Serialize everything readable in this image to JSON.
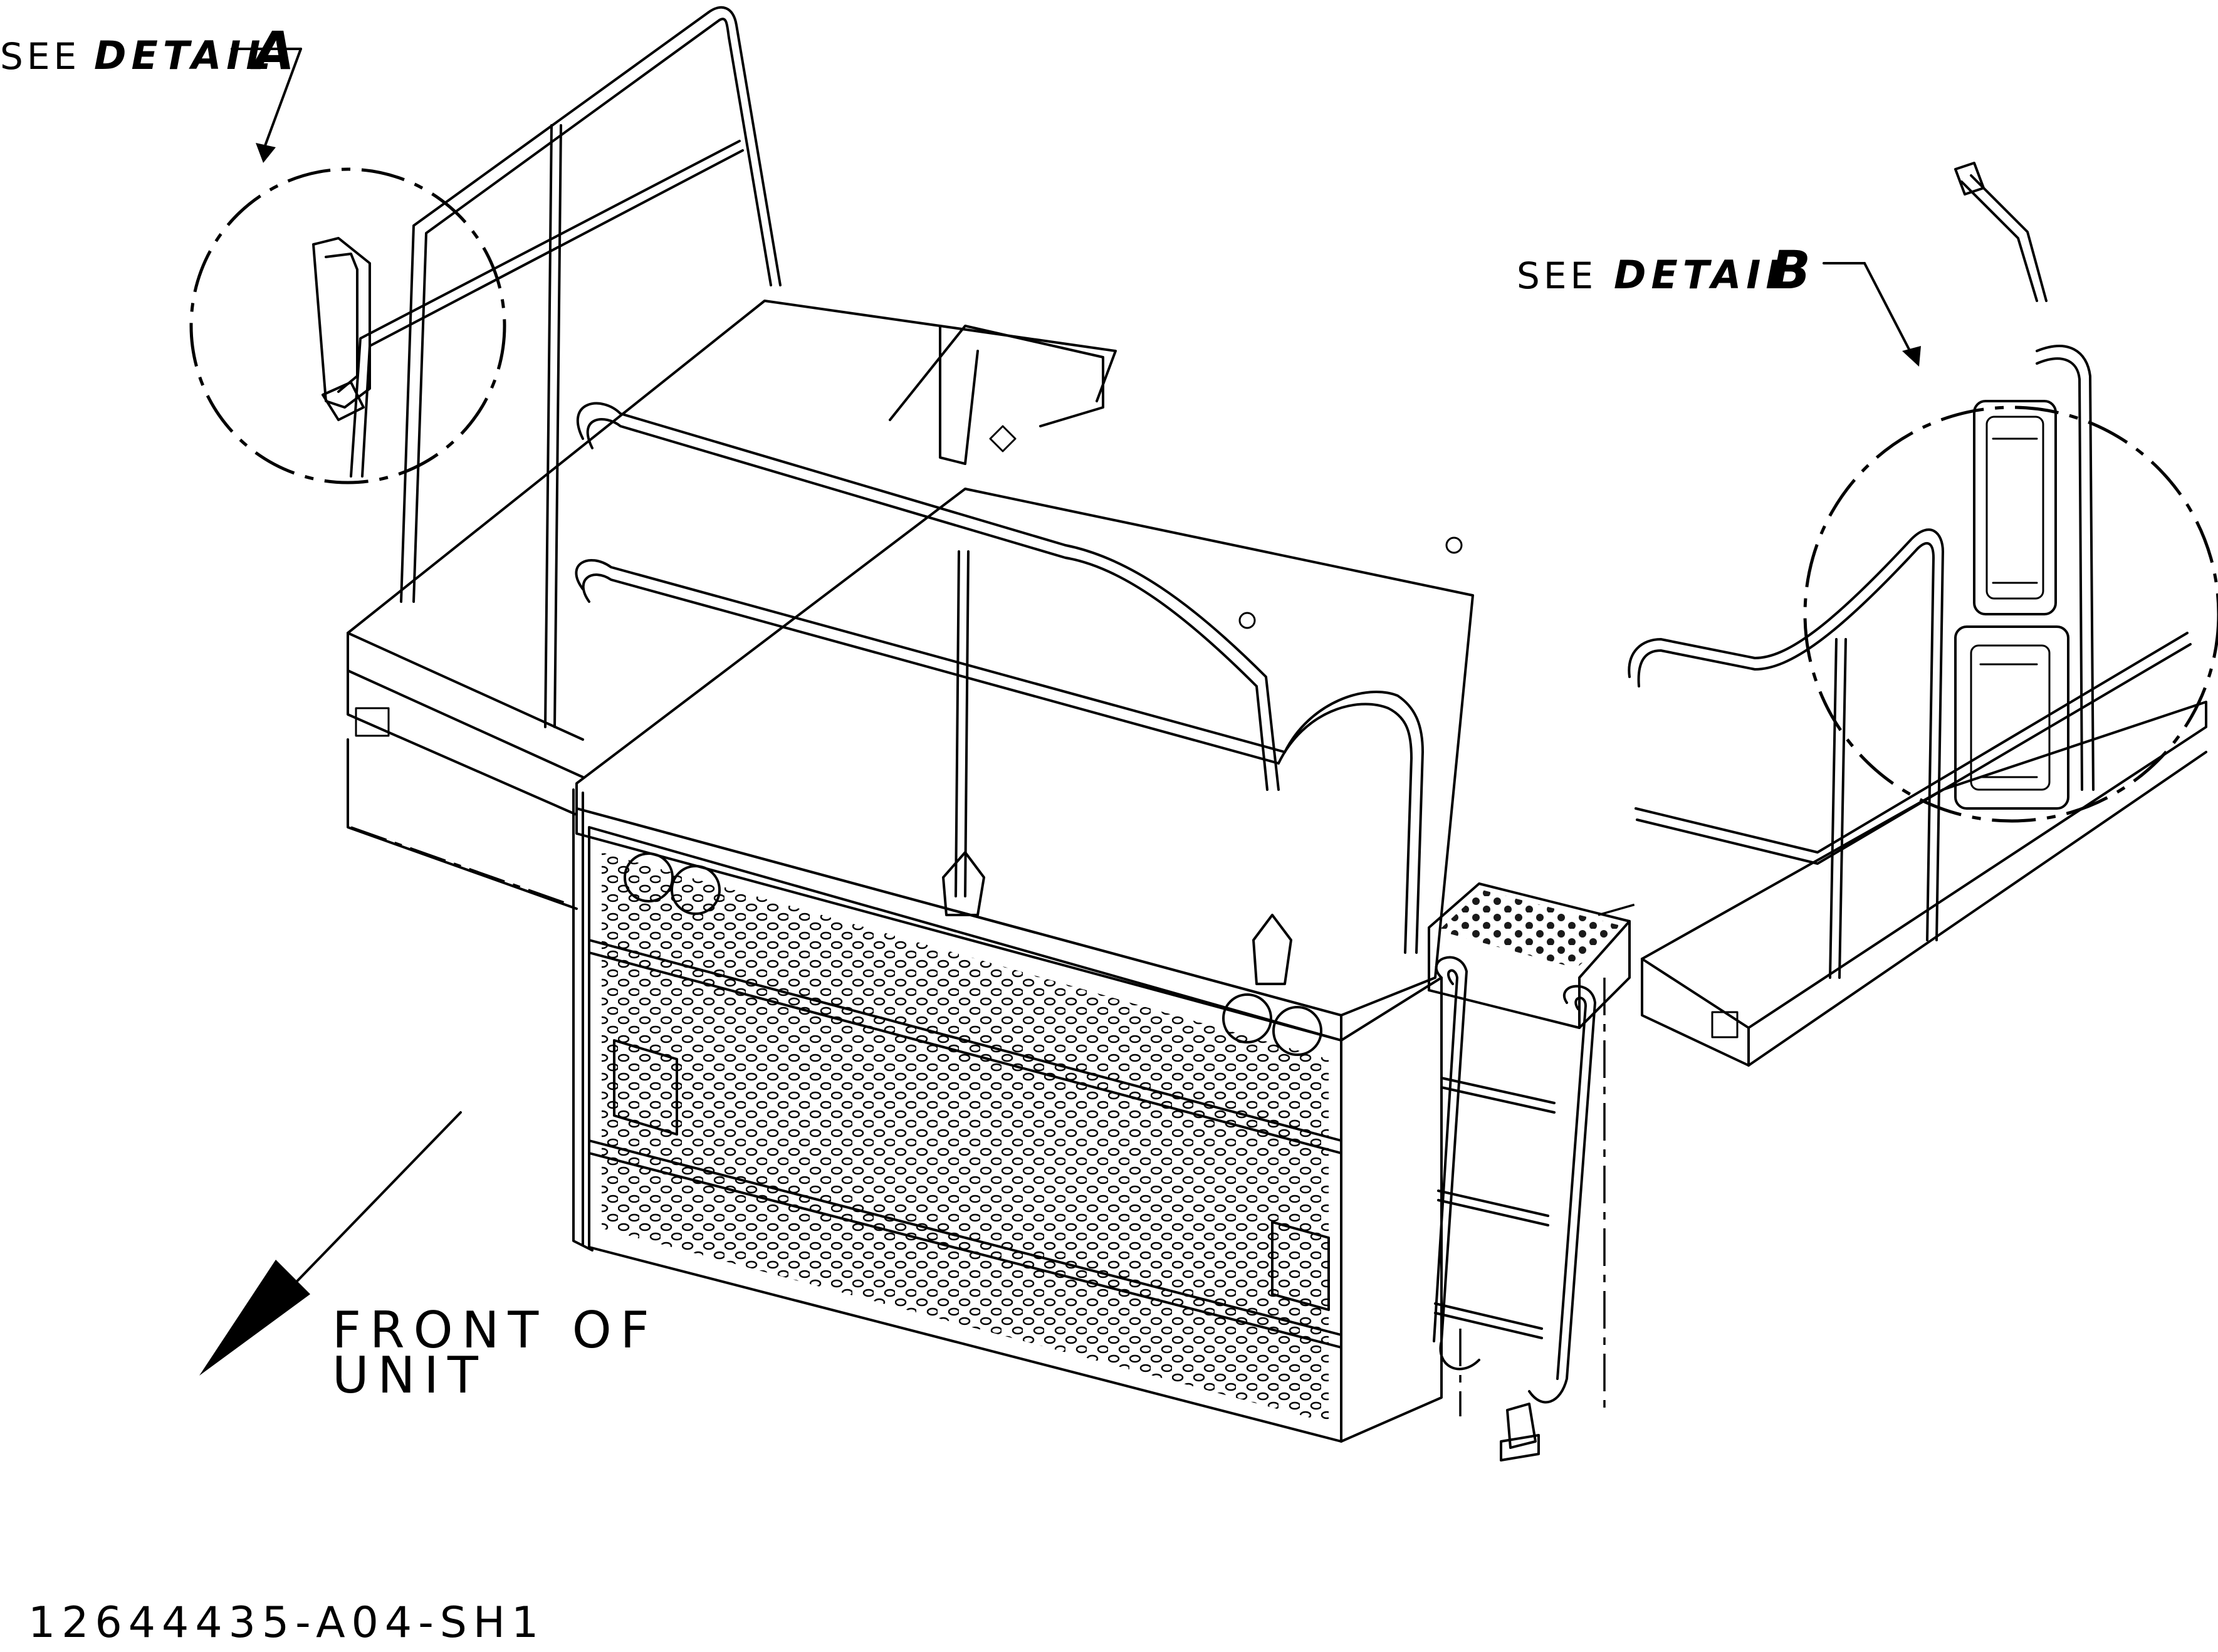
{
  "callouts": {
    "detail_a": {
      "see": "SEE",
      "detail": "DETAIL",
      "letter": "A"
    },
    "detail_b": {
      "see": "SEE",
      "detail": "DETAIL",
      "letter": "B"
    }
  },
  "orientation": {
    "line1": "FRONT OF",
    "line2": "UNIT"
  },
  "drawing_number": "12644435-A04-SH1"
}
